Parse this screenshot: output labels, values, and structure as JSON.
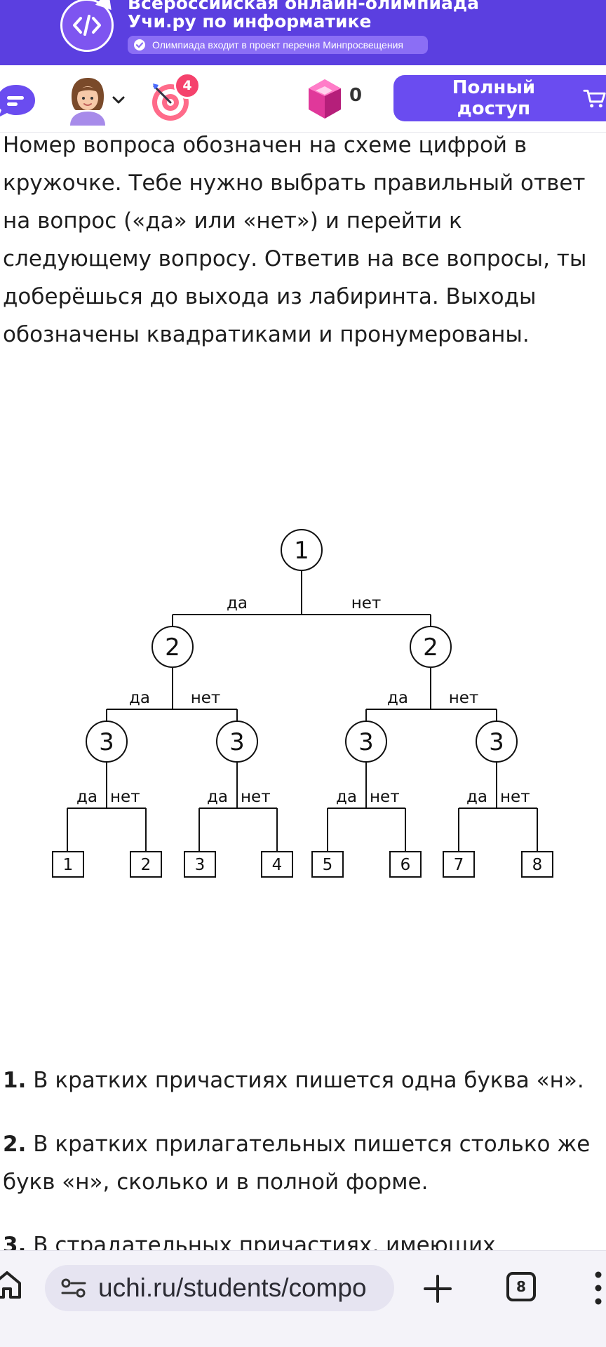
{
  "banner": {
    "title_line1": "Всероссийская онлайн-олимпиада",
    "title_line2": "Учи.ру по информатике",
    "pill_text": "Олимпиада входит в проект перечня Минпросвещения",
    "logo_icon": "code-brackets-icon",
    "bg_color": "#5b3fe0"
  },
  "toolbar": {
    "target_badge": "4",
    "gems_count": "0",
    "full_access_label": "Полный доступ",
    "accent_color": "#6a4cf0"
  },
  "intro": {
    "lines": [
      "Номер вопроса обозначен на схеме цифрой в",
      "кружочке. Тебе нужно выбрать правильный ответ",
      "на вопрос («да» или «нет») и перейти к",
      "следующему вопросу. Ответив на все вопросы, ты",
      "доберёшься до выхода из лабиринта. Выходы",
      "обозначены квадратиками и пронумерованы."
    ]
  },
  "diagram": {
    "root": "1",
    "level2": [
      "2",
      "2"
    ],
    "level3": [
      "3",
      "3",
      "3",
      "3"
    ],
    "exits": [
      "1",
      "2",
      "3",
      "4",
      "5",
      "6",
      "7",
      "8"
    ],
    "yes_label": "да",
    "no_label": "нет"
  },
  "questions": [
    {
      "num": "1.",
      "lines": [
        "В кратких причастиях пишется одна буква «н»."
      ]
    },
    {
      "num": "2.",
      "lines": [
        "В кратких прилагательных пишется столько же",
        "букв «н», сколько и в полной форме."
      ]
    },
    {
      "num": "3.",
      "lines": [
        "В страдательных причастиях, имеющих"
      ]
    }
  ],
  "browser": {
    "url": "uchi.ru/students/compo",
    "tab_count": "8"
  }
}
